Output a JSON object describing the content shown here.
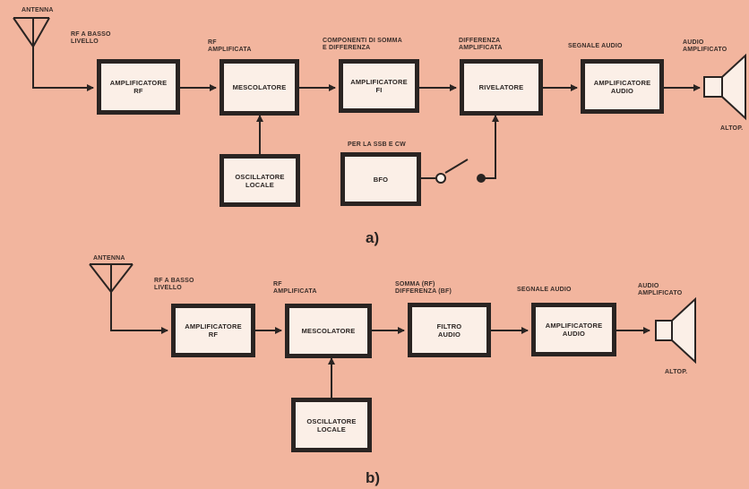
{
  "diagram_a": {
    "caption": "a)",
    "antenna_label": "ANTENNA",
    "blocks": {
      "rf_amp": "AMPLIFICATORE\nRF",
      "mixer": "MESCOLATORE",
      "local_osc": "OSCILLATORE\nLOCALE",
      "if_amp": "AMPLIFICATORE\nFI",
      "detector": "RIVELATORE",
      "bfo": "BFO",
      "audio_amp": "AMPLIFICATORE\nAUDIO"
    },
    "signals": {
      "low_rf": "RF A BASSO\nLIVELLO",
      "amp_rf": "RF\nAMPLIFICATA",
      "sum_diff": "COMPONENTI DI SOMMA\nE DIFFERENZA",
      "diff_amp": "DIFFERENZA\nAMPLIFICATA",
      "audio_signal": "SEGNALE AUDIO",
      "audio_amp": "AUDIO\nAMPLIFICATO",
      "bfo_note": "PER LA SSB E CW",
      "speaker": "ALTOP."
    }
  },
  "diagram_b": {
    "caption": "b)",
    "antenna_label": "ANTENNA",
    "blocks": {
      "rf_amp": "AMPLIFICATORE\nRF",
      "mixer": "MESCOLATORE",
      "local_osc": "OSCILLATORE\nLOCALE",
      "audio_filter": "FILTRO\nAUDIO",
      "audio_amp": "AMPLIFICATORE\nAUDIO"
    },
    "signals": {
      "low_rf": "RF A BASSO\nLIVELLO",
      "amp_rf": "RF\nAMPLIFICATA",
      "sum_diff": "SOMMA (RF)\nDIFFERENZA (BF)",
      "audio_signal": "SEGNALE AUDIO",
      "audio_amp": "AUDIO\nAMPLIFICATO",
      "speaker": "ALTOP."
    }
  }
}
